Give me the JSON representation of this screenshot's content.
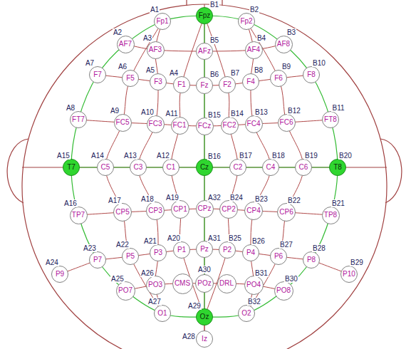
{
  "diagram": {
    "nodes": [
      {
        "text": [
          "Fpz",
          "B1"
        ]
      },
      {
        "text": [
          "Fp1",
          "A1"
        ]
      },
      {
        "text": [
          "Fp2",
          "B2"
        ]
      },
      {
        "text": [
          "AF7",
          "A2"
        ]
      },
      {
        "text": [
          "AF3",
          "A3"
        ]
      },
      {
        "text": [
          "AFz",
          "B5"
        ]
      },
      {
        "text": [
          "AF4",
          "B4"
        ]
      },
      {
        "text": [
          "AF8",
          "B3"
        ]
      },
      {
        "text": [
          "F7",
          "A7"
        ]
      },
      {
        "text": [
          "F5",
          "A6"
        ]
      },
      {
        "text": [
          "F3",
          "A5"
        ]
      },
      {
        "text": [
          "F1",
          "A4"
        ]
      },
      {
        "text": [
          "Fz",
          "B6"
        ]
      },
      {
        "text": [
          "F2",
          "B7"
        ]
      },
      {
        "text": [
          "F4",
          "B8"
        ]
      },
      {
        "text": [
          "F6",
          "B9"
        ]
      },
      {
        "text": [
          "F8",
          "B10"
        ]
      },
      {
        "text": [
          "FT7",
          "A8"
        ]
      },
      {
        "text": [
          "FC5",
          "A9"
        ]
      },
      {
        "text": [
          "FC3",
          "A10"
        ]
      },
      {
        "text": [
          "FC1",
          "A11"
        ]
      },
      {
        "text": [
          "FCz",
          "B15"
        ]
      },
      {
        "text": [
          "FC2",
          "B14"
        ]
      },
      {
        "text": [
          "FC4",
          "B13"
        ]
      },
      {
        "text": [
          "FC6",
          "B12"
        ]
      },
      {
        "text": [
          "FT8",
          "B11"
        ]
      },
      {
        "text": [
          "T7",
          "A15"
        ]
      },
      {
        "text": [
          "C5",
          "A14"
        ]
      },
      {
        "text": [
          "C3",
          "A13"
        ]
      },
      {
        "text": [
          "C1",
          "A12"
        ]
      },
      {
        "text": [
          "Cz",
          "B16"
        ]
      },
      {
        "text": [
          "C2",
          "B17"
        ]
      },
      {
        "text": [
          "C4",
          "B18"
        ]
      },
      {
        "text": [
          "C6",
          "B19"
        ]
      },
      {
        "text": [
          "T8",
          "B20"
        ]
      },
      {
        "text": [
          "TP7",
          "A16"
        ]
      },
      {
        "text": [
          "CP5",
          "A17"
        ]
      },
      {
        "text": [
          "CP3",
          "A18"
        ]
      },
      {
        "text": [
          "CP1",
          "A19"
        ]
      },
      {
        "text": [
          "CPz",
          "A32"
        ]
      },
      {
        "text": [
          "CP2",
          "B24"
        ]
      },
      {
        "text": [
          "CP4",
          "B23"
        ]
      },
      {
        "text": [
          "CP6",
          "B22"
        ]
      },
      {
        "text": [
          "TP8",
          "B21"
        ]
      },
      {
        "text": [
          "P9",
          "A24"
        ]
      },
      {
        "text": [
          "P7",
          "A23"
        ]
      },
      {
        "text": [
          "P5",
          "A22"
        ]
      },
      {
        "text": [
          "P3",
          "A21"
        ]
      },
      {
        "text": [
          "P1",
          "A20"
        ]
      },
      {
        "text": [
          "Pz",
          "A31"
        ]
      },
      {
        "text": [
          "P2",
          "B25"
        ]
      },
      {
        "text": [
          "P4",
          "B26"
        ]
      },
      {
        "text": [
          "P6",
          "B27"
        ]
      },
      {
        "text": [
          "P8",
          "B28"
        ]
      },
      {
        "text": [
          "P10",
          "B29"
        ]
      },
      {
        "text": [
          "PO7",
          "A25"
        ]
      },
      {
        "text": [
          "PO3",
          "A26"
        ]
      },
      {
        "text": [
          "CMS"
        ]
      },
      {
        "text": [
          "POz",
          "A30"
        ]
      },
      {
        "text": [
          "DRL"
        ]
      },
      {
        "text": [
          "PO4",
          "B31"
        ]
      },
      {
        "text": [
          "PO8",
          "B30"
        ]
      },
      {
        "text": [
          "O1",
          "A27"
        ]
      },
      {
        "text": [
          "Oz",
          "A29"
        ]
      },
      {
        "text": [
          "O2",
          "B32"
        ]
      },
      {
        "text": [
          "Iz",
          "A28"
        ]
      }
    ]
  }
}
